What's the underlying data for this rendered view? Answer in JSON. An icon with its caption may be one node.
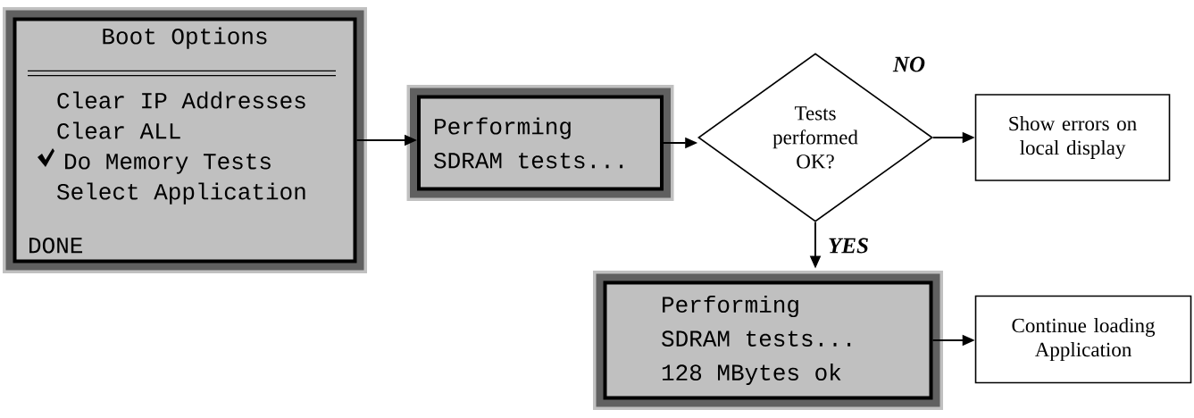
{
  "diagram": {
    "nodes": [
      {
        "text": [
          "Boot Options",
          "Clear IP Addresses",
          "Clear ALL",
          "Do Memory Tests",
          "Select Application",
          "DONE"
        ]
      },
      {
        "text": [
          "Performing SDRAM tests..."
        ]
      },
      {
        "text": [
          "Tests performed OK?"
        ]
      },
      {
        "text": [
          "Show errors on local display"
        ]
      },
      {
        "text": [
          "Performing SDRAM tests... 128 MBytes ok"
        ]
      },
      {
        "text": [
          "Continue loading Application"
        ]
      }
    ],
    "edges": [
      {
        "from": 0,
        "to": 1,
        "arrow": "to"
      },
      {
        "from": 1,
        "to": 2,
        "arrow": "to"
      },
      {
        "from": 2,
        "to": 3,
        "arrow": "to",
        "label": "NO"
      },
      {
        "from": 2,
        "to": 4,
        "arrow": "to",
        "label": "YES"
      },
      {
        "from": 4,
        "to": 5,
        "arrow": "to"
      }
    ]
  }
}
